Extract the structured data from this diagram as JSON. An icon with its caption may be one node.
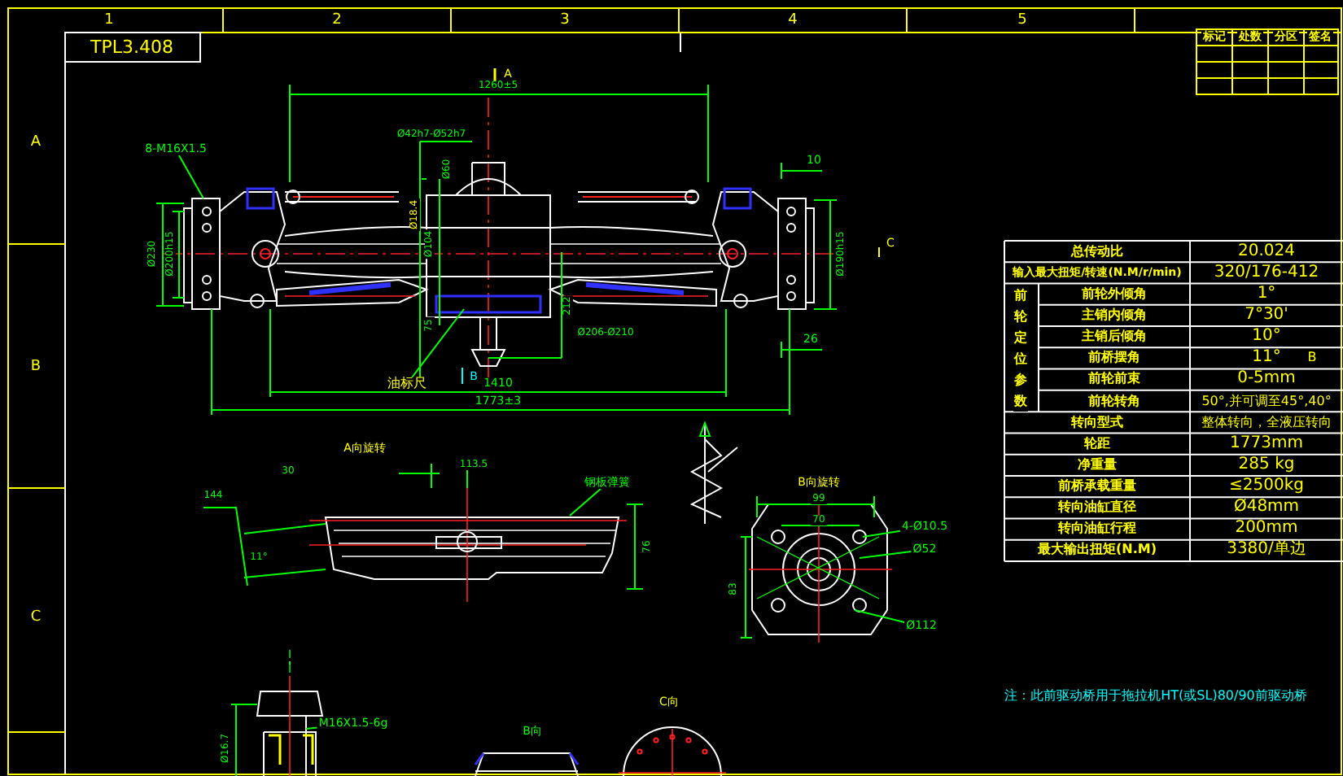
{
  "diagram": {
    "nodes": [
      {
        "text": [
          "8-M16X1.5"
        ]
      },
      {
        "text": [
          "油标尺"
        ]
      },
      {
        "text": [
          "钢板弹簧"
        ]
      },
      {
        "text": [
          "4-Ø10.5"
        ]
      },
      {
        "text": [
          "Ø52"
        ]
      },
      {
        "text": [
          "Ø112"
        ]
      },
      {
        "text": [
          "M16X1.5-6g"
        ]
      }
    ],
    "edges": [
      {
        "from": 0,
        "to": null,
        "arrow": "none"
      },
      {
        "from": 1,
        "to": null,
        "arrow": "none"
      },
      {
        "from": 2,
        "to": null,
        "arrow": "none"
      },
      {
        "from": 3,
        "to": null,
        "arrow": "none"
      },
      {
        "from": 4,
        "to": null,
        "arrow": "none"
      },
      {
        "from": 5,
        "to": null,
        "arrow": "none"
      },
      {
        "from": 6,
        "to": null,
        "arrow": "none"
      }
    ],
    "labels": [
      "1",
      "2",
      "3",
      "4",
      "5",
      "A",
      "B",
      "C",
      "TPL3.408",
      "标记",
      "处数",
      "分区",
      "签名",
      "A",
      "1260±5",
      "Ø230",
      "Ø200h15",
      "Ø42h7-Ø52h7",
      "Ø60",
      "Ø18.4",
      "Ø104",
      "75",
      "Ø206-Ø210",
      "212",
      "B",
      "1410",
      "1773±3",
      "10",
      "Ø190h15",
      "26",
      "C",
      "B",
      "总传动比",
      "20.024",
      "输入最大扭矩/转速(N.M/r/min)",
      "320/176-412",
      "前轮定位参数",
      "前轮外倾角",
      "1°",
      "主销内倾角",
      "7°30'",
      "主销后倾角",
      "10°",
      "前桥摆角",
      "11°",
      "前轮前束",
      "0-5mm",
      "前轮转角",
      "50°,并可调至45°,40°",
      "转向型式",
      "整体转向，全液压转向",
      "轮距",
      "1773mm",
      "净重量",
      "285 kg",
      "前桥承载重量",
      "≤2500kg",
      "转向油缸直径",
      "Ø48mm",
      "转向油缸行程",
      "200mm",
      "最大输出扭矩(N.M)",
      "3380/单边",
      "A向旋转",
      "30",
      "113.5",
      "144",
      "11°",
      "76",
      "B向旋转",
      "99",
      "70",
      "83",
      "I",
      "I",
      "Ø16.7",
      "B向",
      "C向",
      "注：此前驱动桥用于拖拉机HT(或SL)80/90前驱动桥"
    ]
  }
}
